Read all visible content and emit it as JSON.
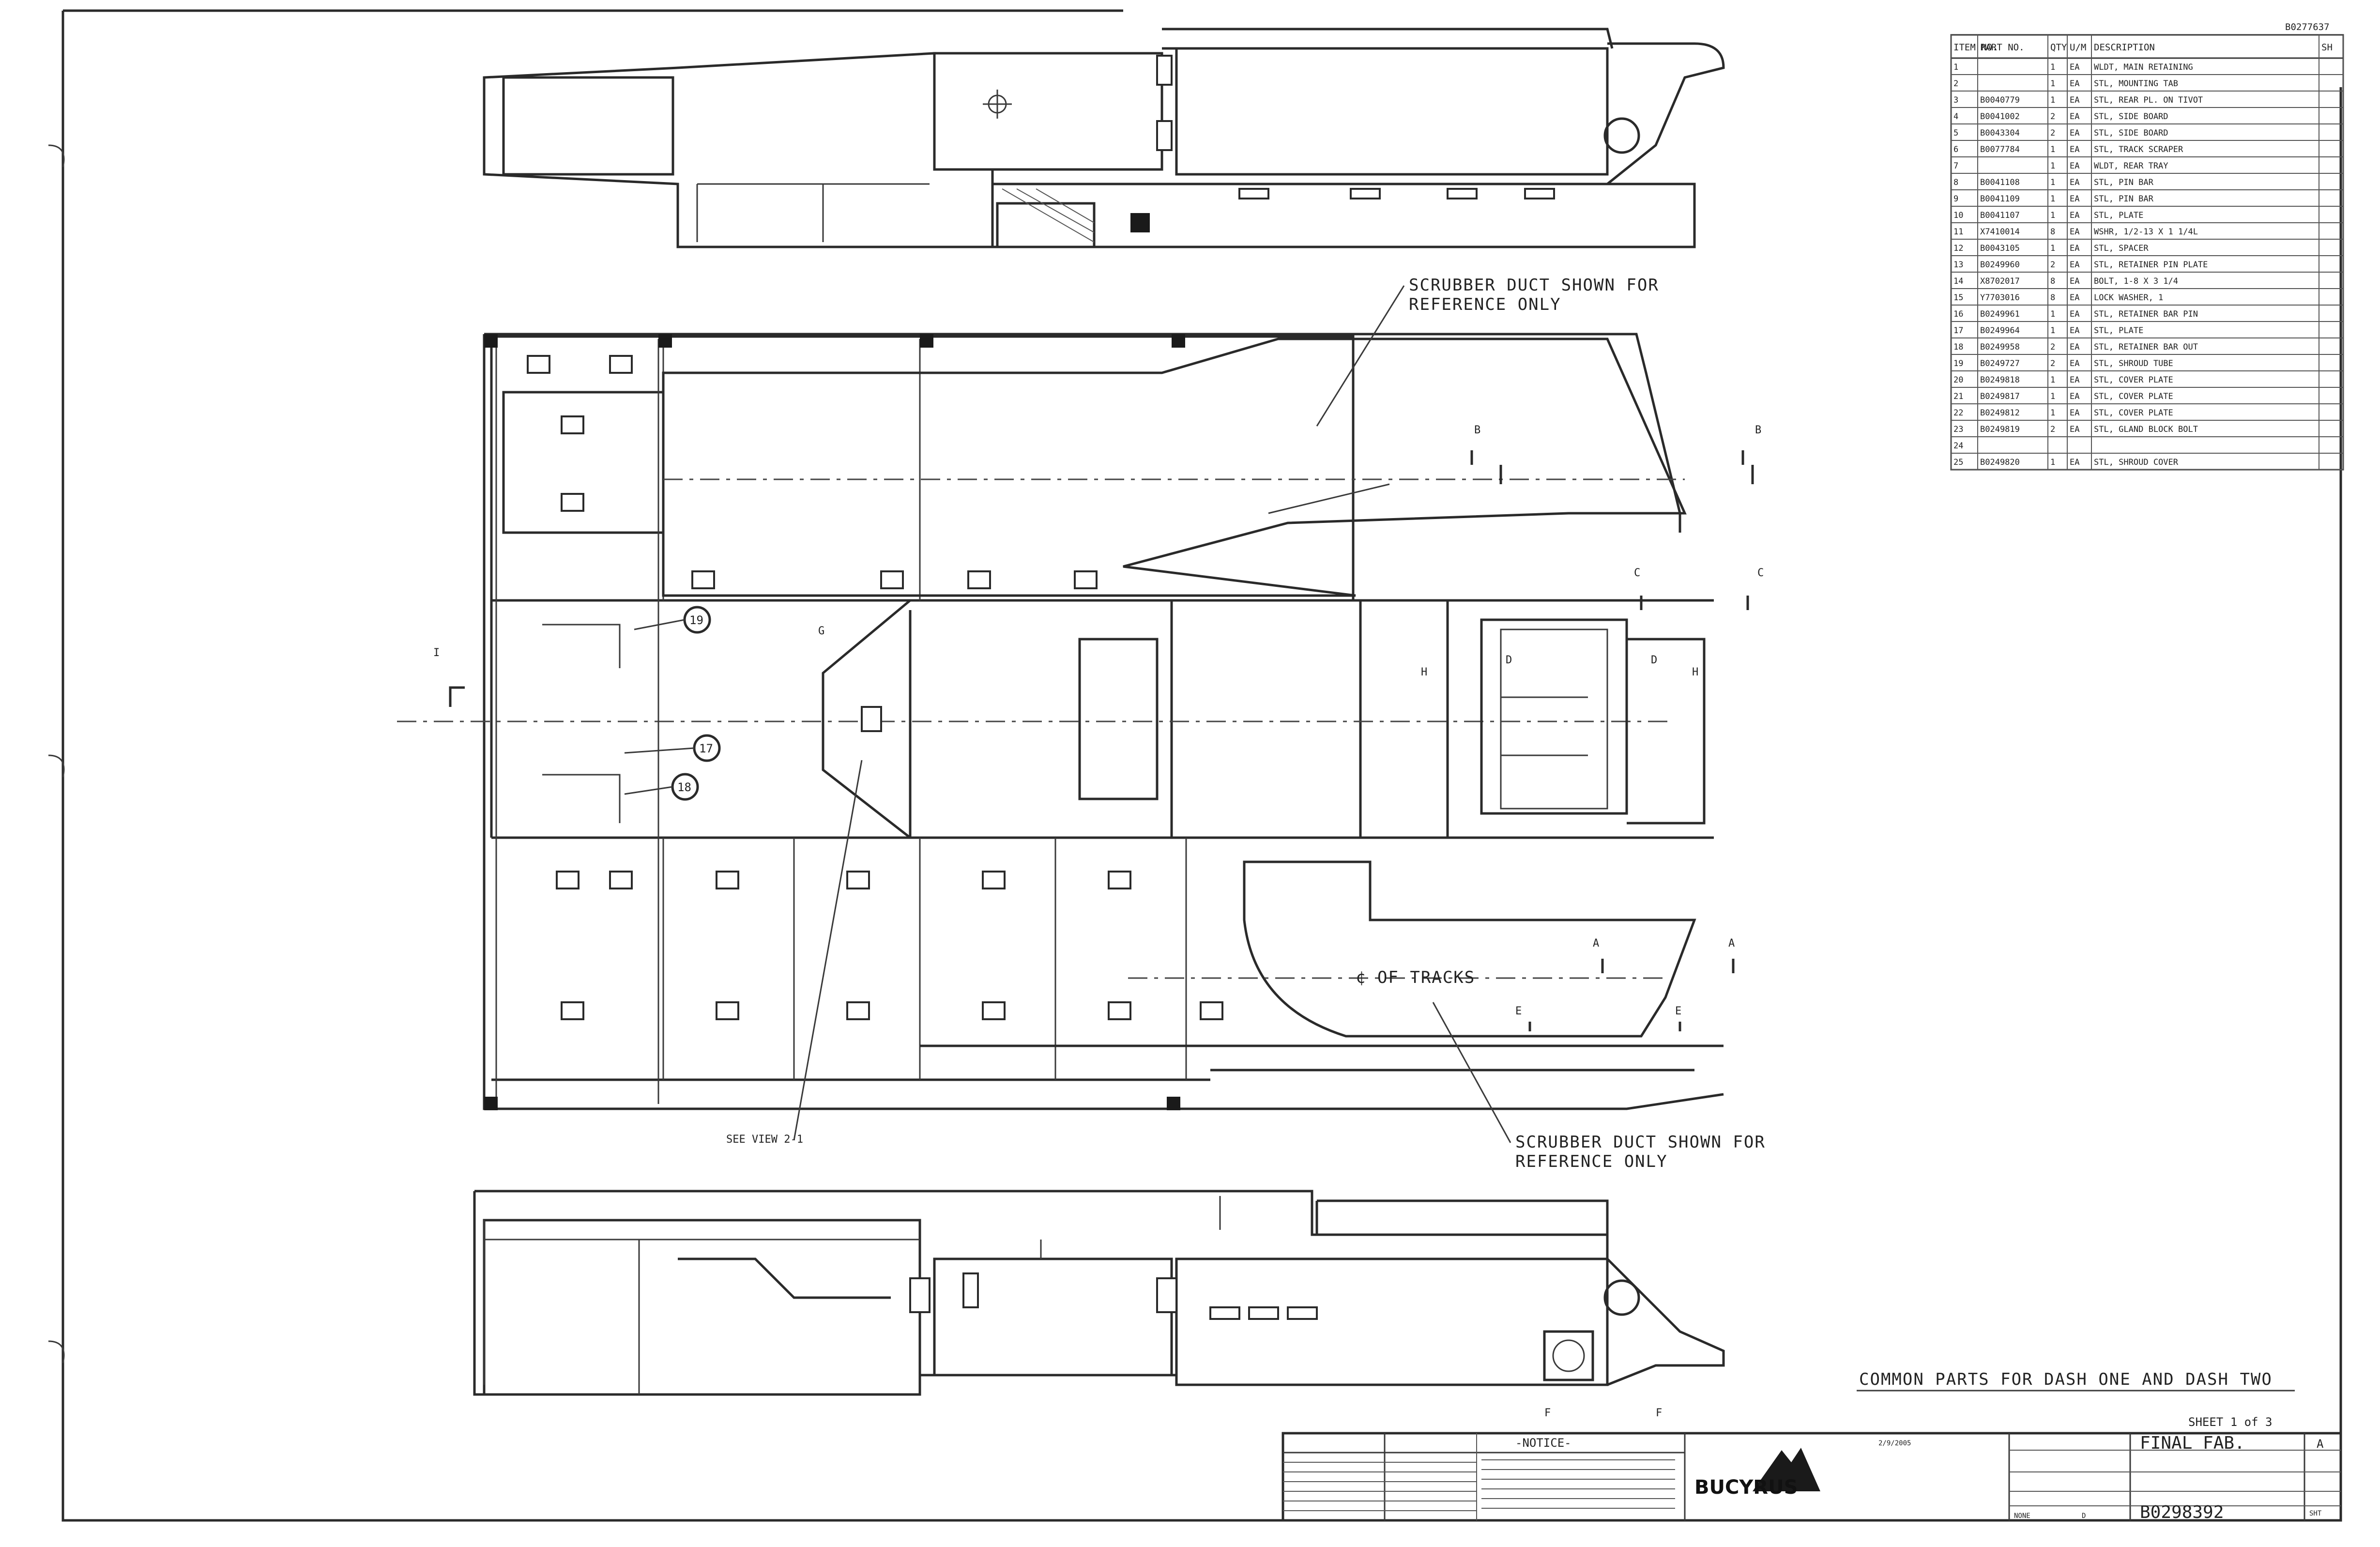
{
  "drawing_number_top": "B0277637",
  "callouts": {
    "scrubber_duct_top_1": "SCRUBBER DUCT SHOWN FOR",
    "scrubber_duct_top_2": "REFERENCE ONLY",
    "scrubber_duct_bottom_1": "SCRUBBER DUCT SHOWN FOR",
    "scrubber_duct_bottom_2": "REFERENCE ONLY",
    "centerline_tracks": "¢ OF TRACKS",
    "see_view": "SEE VIEW 2-1",
    "common_parts": "COMMON PARTS FOR DASH ONE AND DASH TWO",
    "sheet": "SHEET 1 of 3"
  },
  "section_marks": [
    "B",
    "B",
    "C",
    "C",
    "A",
    "A",
    "E",
    "E",
    "D",
    "D",
    "F",
    "F",
    "I",
    "H",
    "G",
    "H"
  ],
  "balloons": [
    "19",
    "17",
    "18"
  ],
  "bom": {
    "headers": [
      "ITEM NO.",
      "PART NO.",
      "QTY",
      "U/M",
      "DESCRIPTION",
      "SH"
    ],
    "rows": [
      {
        "item": "1",
        "part": "",
        "qty": "1",
        "um": "EA",
        "desc": "WLDT, MAIN RETAINING",
        "sh": ""
      },
      {
        "item": "2",
        "part": "",
        "qty": "1",
        "um": "EA",
        "desc": "STL, MOUNTING TAB",
        "sh": ""
      },
      {
        "item": "3",
        "part": "B0040779",
        "qty": "1",
        "um": "EA",
        "desc": "STL, REAR PL. ON TIVOT",
        "sh": ""
      },
      {
        "item": "4",
        "part": "B0041002",
        "qty": "2",
        "um": "EA",
        "desc": "STL, SIDE BOARD",
        "sh": ""
      },
      {
        "item": "5",
        "part": "B0043304",
        "qty": "2",
        "um": "EA",
        "desc": "STL, SIDE BOARD",
        "sh": ""
      },
      {
        "item": "6",
        "part": "B0077784",
        "qty": "1",
        "um": "EA",
        "desc": "STL, TRACK SCRAPER",
        "sh": ""
      },
      {
        "item": "7",
        "part": "",
        "qty": "1",
        "um": "EA",
        "desc": "WLDT, REAR TRAY",
        "sh": ""
      },
      {
        "item": "8",
        "part": "B0041108",
        "qty": "1",
        "um": "EA",
        "desc": "STL, PIN BAR",
        "sh": ""
      },
      {
        "item": "9",
        "part": "B0041109",
        "qty": "1",
        "um": "EA",
        "desc": "STL, PIN BAR",
        "sh": ""
      },
      {
        "item": "10",
        "part": "B0041107",
        "qty": "1",
        "um": "EA",
        "desc": "STL, PLATE",
        "sh": ""
      },
      {
        "item": "11",
        "part": "X7410014",
        "qty": "8",
        "um": "EA",
        "desc": "WSHR, 1/2-13 X 1 1/4L",
        "sh": ""
      },
      {
        "item": "12",
        "part": "B0043105",
        "qty": "1",
        "um": "EA",
        "desc": "STL, SPACER",
        "sh": ""
      },
      {
        "item": "13",
        "part": "B0249960",
        "qty": "2",
        "um": "EA",
        "desc": "STL, RETAINER PIN PLATE",
        "sh": ""
      },
      {
        "item": "14",
        "part": "X8702017",
        "qty": "8",
        "um": "EA",
        "desc": "BOLT, 1-8 X 3 1/4",
        "sh": ""
      },
      {
        "item": "15",
        "part": "Y7703016",
        "qty": "8",
        "um": "EA",
        "desc": "LOCK WASHER, 1",
        "sh": ""
      },
      {
        "item": "16",
        "part": "B0249961",
        "qty": "1",
        "um": "EA",
        "desc": "STL, RETAINER BAR PIN",
        "sh": ""
      },
      {
        "item": "17",
        "part": "B0249964",
        "qty": "1",
        "um": "EA",
        "desc": "STL, PLATE",
        "sh": ""
      },
      {
        "item": "18",
        "part": "B0249958",
        "qty": "2",
        "um": "EA",
        "desc": "STL, RETAINER BAR OUT",
        "sh": ""
      },
      {
        "item": "19",
        "part": "B0249727",
        "qty": "2",
        "um": "EA",
        "desc": "STL, SHROUD TUBE",
        "sh": ""
      },
      {
        "item": "20",
        "part": "B0249818",
        "qty": "1",
        "um": "EA",
        "desc": "STL, COVER PLATE",
        "sh": ""
      },
      {
        "item": "21",
        "part": "B0249817",
        "qty": "1",
        "um": "EA",
        "desc": "STL, COVER PLATE",
        "sh": ""
      },
      {
        "item": "22",
        "part": "B0249812",
        "qty": "1",
        "um": "EA",
        "desc": "STL, COVER PLATE",
        "sh": ""
      },
      {
        "item": "23",
        "part": "B0249819",
        "qty": "2",
        "um": "EA",
        "desc": "STL, GLAND BLOCK BOLT",
        "sh": ""
      },
      {
        "item": "24",
        "part": "",
        "qty": "",
        "um": "",
        "desc": "",
        "sh": ""
      },
      {
        "item": "25",
        "part": "B0249820",
        "qty": "1",
        "um": "EA",
        "desc": "STL, SHROUD COVER",
        "sh": ""
      }
    ]
  },
  "title_block": {
    "notice_title": "-NOTICE-",
    "company": "BUCYRUS",
    "title": "FINAL FAB.",
    "rev": "A",
    "drawing_no": "B0298392",
    "scale": "NONE",
    "size": "D",
    "date": "2/9/2005",
    "sheet_label": "SHT"
  }
}
